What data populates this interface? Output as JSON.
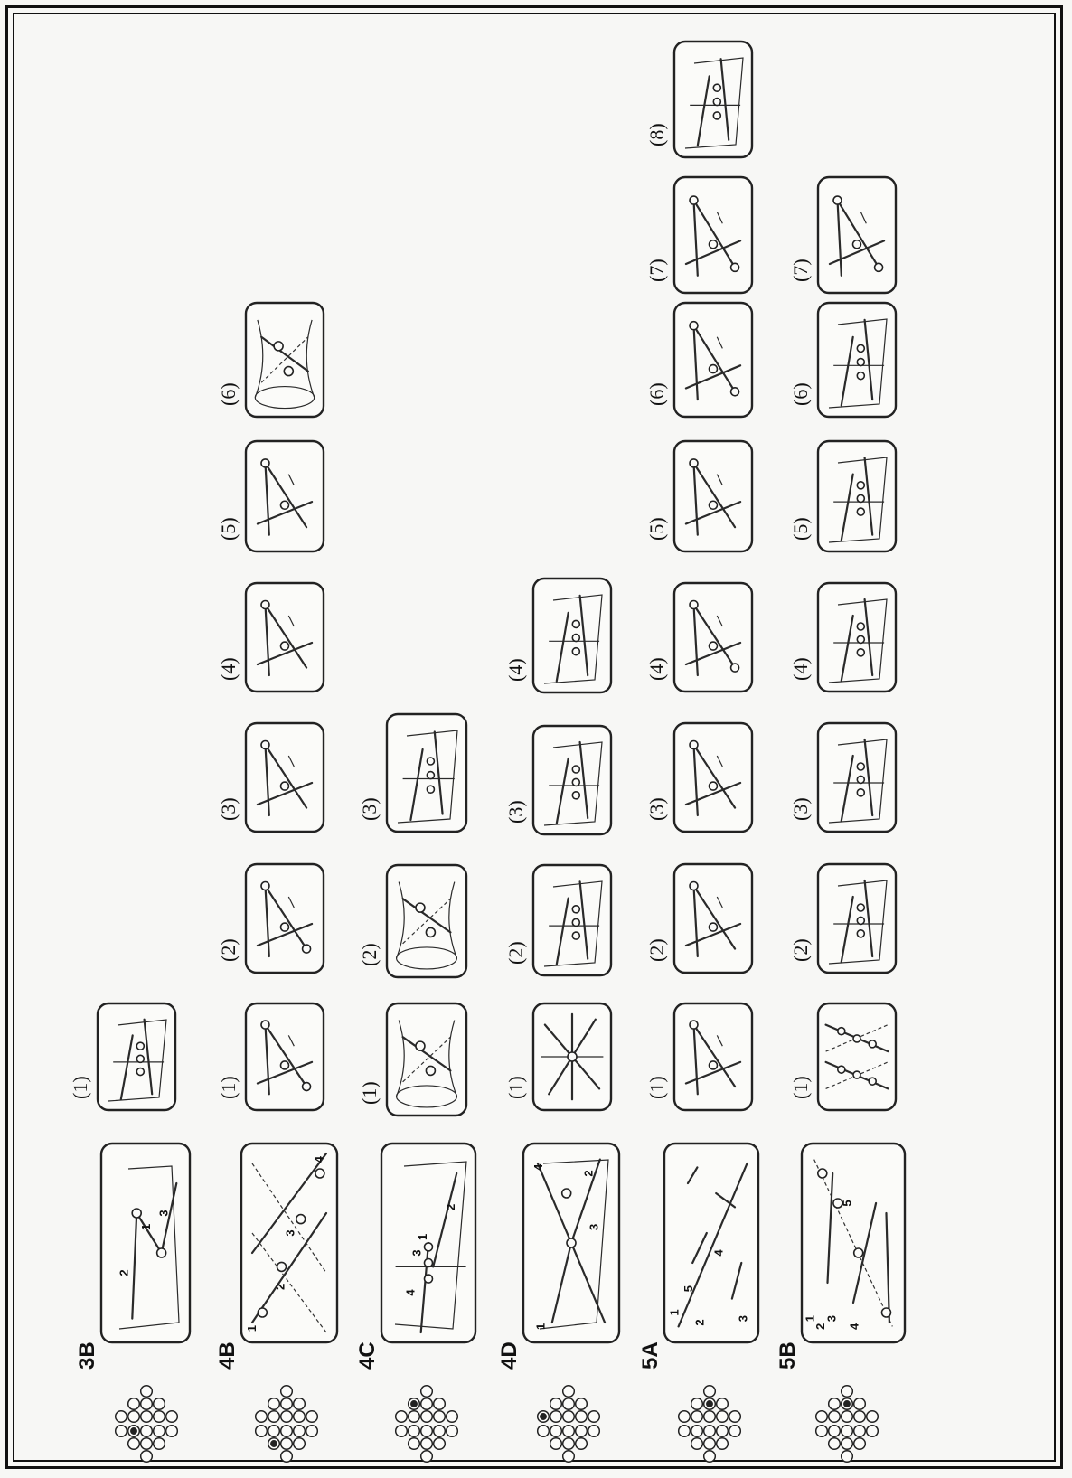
{
  "sequences": [
    {
      "id": "3B",
      "steps": [
        "(1)"
      ],
      "key_numbers": [
        "1",
        "2",
        "3"
      ],
      "peg_pattern": {
        "active_index": 5
      }
    },
    {
      "id": "4B",
      "steps": [
        "(1)",
        "(2)",
        "(3)",
        "(4)",
        "(5)",
        "(6)"
      ],
      "key_numbers": [
        "1",
        "2",
        "3",
        "4"
      ],
      "peg_pattern": {
        "active_index": 6
      }
    },
    {
      "id": "4C",
      "steps": [
        "(1)",
        "(2)",
        "(3)"
      ],
      "key_numbers": [
        "1",
        "2",
        "3",
        "4"
      ],
      "peg_pattern": {
        "active_index": 3
      }
    },
    {
      "id": "4D",
      "steps": [
        "(1)",
        "(2)",
        "(3)",
        "(4)"
      ],
      "key_numbers": [
        "1",
        "2",
        "3",
        "4"
      ],
      "peg_pattern": {
        "active_index": 1
      }
    },
    {
      "id": "5A",
      "steps": [
        "(1)",
        "(2)",
        "(3)",
        "(4)",
        "(5)",
        "(6)",
        "(7)",
        "(8)"
      ],
      "key_numbers": [
        "1",
        "2",
        "3",
        "4",
        "5"
      ],
      "peg_pattern": {
        "active_index": 7
      }
    },
    {
      "id": "5B",
      "steps": [
        "(1)",
        "(2)",
        "(3)",
        "(4)",
        "(5)",
        "(6)",
        "(7)"
      ],
      "key_numbers": [
        "1",
        "2",
        "3",
        "4",
        "5"
      ],
      "peg_pattern": {
        "active_index": 7
      }
    }
  ],
  "colors": {
    "ink": "#222222",
    "paper": "#f7f7f5"
  }
}
